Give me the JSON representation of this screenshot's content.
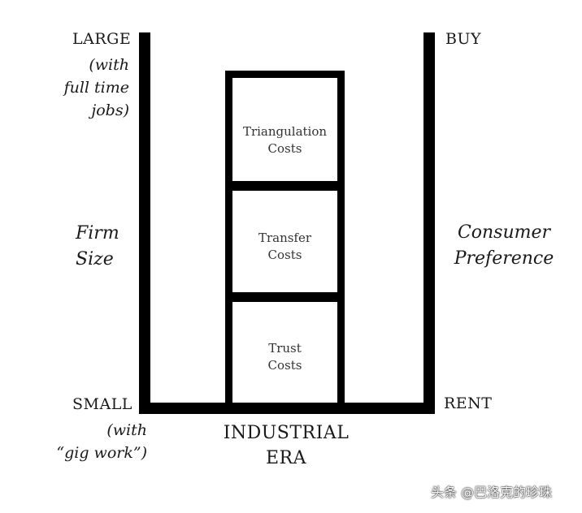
{
  "left_axis": {
    "top_label": "LARGE",
    "top_detail": [
      "(with",
      "full time",
      "jobs)"
    ],
    "title": [
      "Firm",
      "Size"
    ],
    "bottom_label": "SMALL",
    "bottom_detail": [
      "(with",
      "“gig work”)"
    ]
  },
  "right_axis": {
    "top_label": "BUY",
    "title": [
      "Consumer",
      "Preference"
    ],
    "bottom_label": "RENT"
  },
  "stack": {
    "boxes": [
      {
        "lines": [
          "Triangulation",
          "Costs"
        ]
      },
      {
        "lines": [
          "Transfer",
          "Costs"
        ]
      },
      {
        "lines": [
          "Trust",
          "Costs"
        ]
      }
    ]
  },
  "bottom_label": [
    "INDUSTRIAL",
    "ERA"
  ],
  "watermark": "头条 @巴洛克的珍珠",
  "colors": {
    "frame": "#000000",
    "text": "#1a1a1a",
    "box_text": "#333333",
    "background": "#ffffff"
  }
}
